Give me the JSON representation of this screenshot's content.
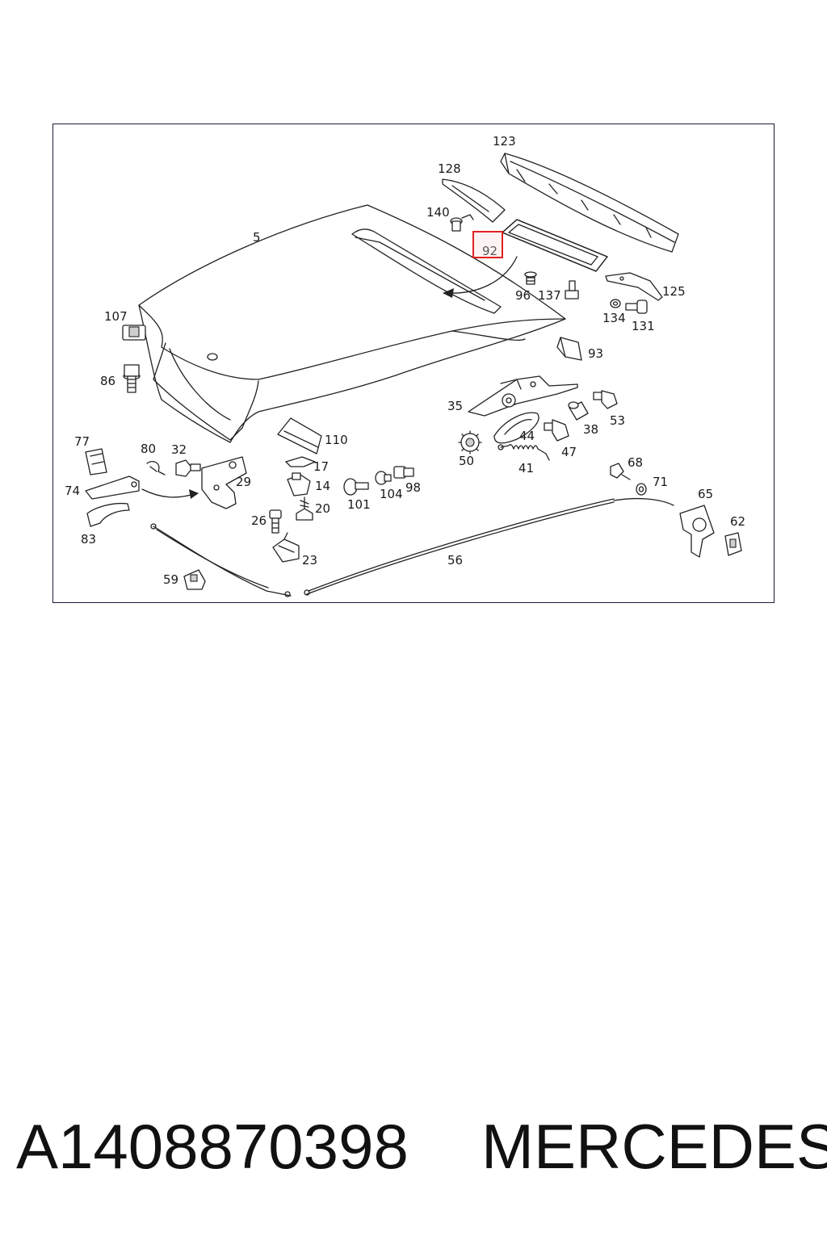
{
  "diagram": {
    "labels": {
      "l5": "5",
      "l123": "123",
      "l128": "128",
      "l140": "140",
      "l92": "92",
      "l96": "96",
      "l137": "137",
      "l125": "125",
      "l134": "134",
      "l131": "131",
      "l107": "107",
      "l86": "86",
      "l93": "93",
      "l35": "35",
      "l53": "53",
      "l38": "38",
      "l44": "44",
      "l47": "47",
      "l50": "50",
      "l41": "41",
      "l110": "110",
      "l77": "77",
      "l80": "80",
      "l32": "32",
      "l29": "29",
      "l74": "74",
      "l17": "17",
      "l14": "14",
      "l20": "20",
      "l101": "101",
      "l104": "104",
      "l98": "98",
      "l68": "68",
      "l71": "71",
      "l65": "65",
      "l62": "62",
      "l83": "83",
      "l26": "26",
      "l23": "23",
      "l56": "56",
      "l59": "59"
    },
    "highlighted_part": "92",
    "highlight_color": "#e02020"
  },
  "footer": {
    "part_number": "A1408870398",
    "brand": "MERCEDES"
  }
}
